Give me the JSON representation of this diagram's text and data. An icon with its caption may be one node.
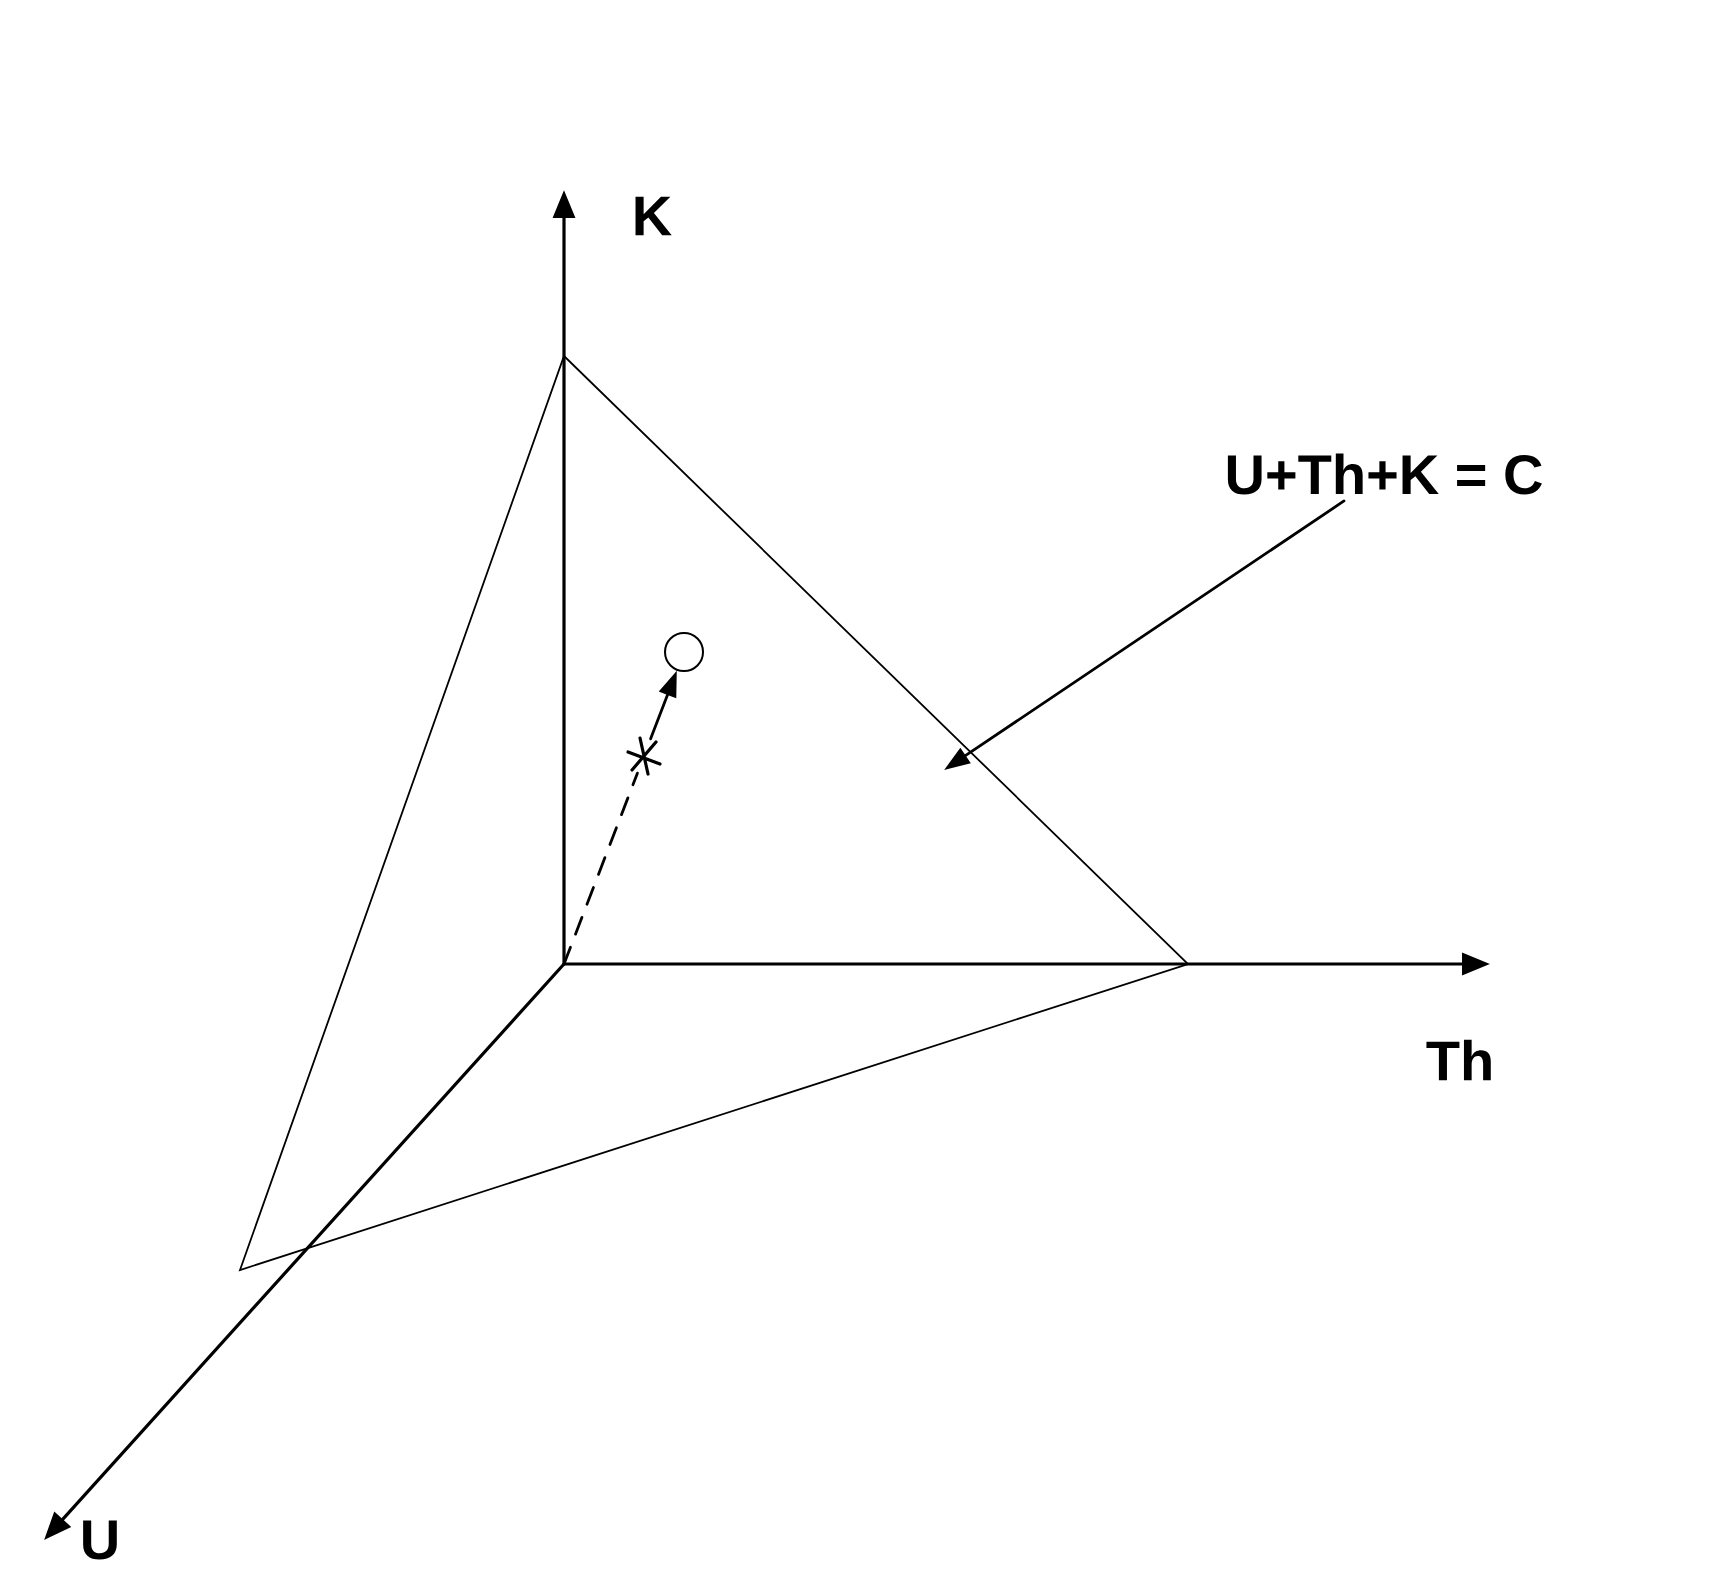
{
  "diagram": {
    "nodes": [
      {
        "text": [
          "U+Th+K = C"
        ]
      },
      {
        "text": [],
        "shape": "star"
      },
      {
        "text": [],
        "shape": "circle"
      }
    ],
    "edges": [
      {
        "from": 0,
        "to": null,
        "arrow": "to"
      },
      {
        "from": null,
        "to": 1,
        "arrow": "none",
        "style": "dashed"
      },
      {
        "from": 1,
        "to": 2,
        "arrow": "to"
      }
    ],
    "labels": [
      "K",
      "Th",
      "U"
    ]
  }
}
